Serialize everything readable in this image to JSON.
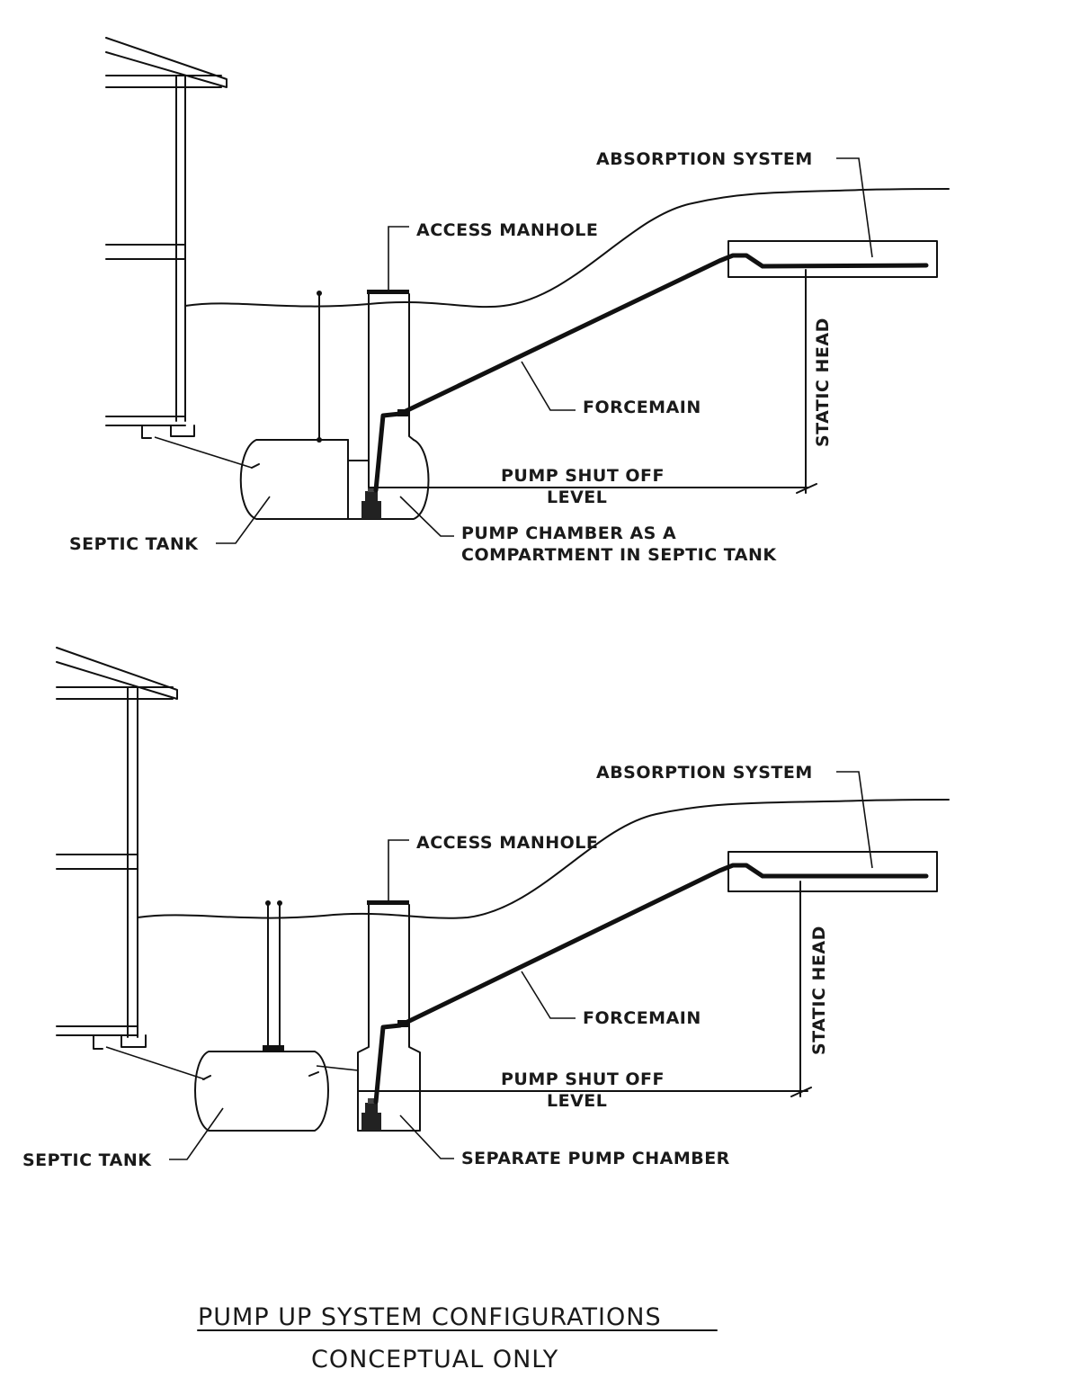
{
  "diagrams": [
    {
      "absorption_system": "ABSORPTION SYSTEM",
      "access_manhole": "ACCESS MANHOLE",
      "forcemain": "FORCEMAIN",
      "static_head": "STATIC HEAD",
      "pump_shut_off_line1": "PUMP SHUT OFF",
      "pump_shut_off_line2": "LEVEL",
      "septic_tank": "SEPTIC TANK",
      "pump_chamber_line1": "PUMP CHAMBER AS A",
      "pump_chamber_line2": "COMPARTMENT IN SEPTIC TANK"
    },
    {
      "absorption_system": "ABSORPTION SYSTEM",
      "access_manhole": "ACCESS MANHOLE",
      "forcemain": "FORCEMAIN",
      "static_head": "STATIC HEAD",
      "pump_shut_off_line1": "PUMP SHUT OFF",
      "pump_shut_off_line2": "LEVEL",
      "septic_tank": "SEPTIC TANK",
      "pump_chamber_line1": "SEPARATE PUMP CHAMBER"
    }
  ],
  "title": "PUMP UP SYSTEM CONFIGURATIONS",
  "subtitle": "CONCEPTUAL ONLY"
}
